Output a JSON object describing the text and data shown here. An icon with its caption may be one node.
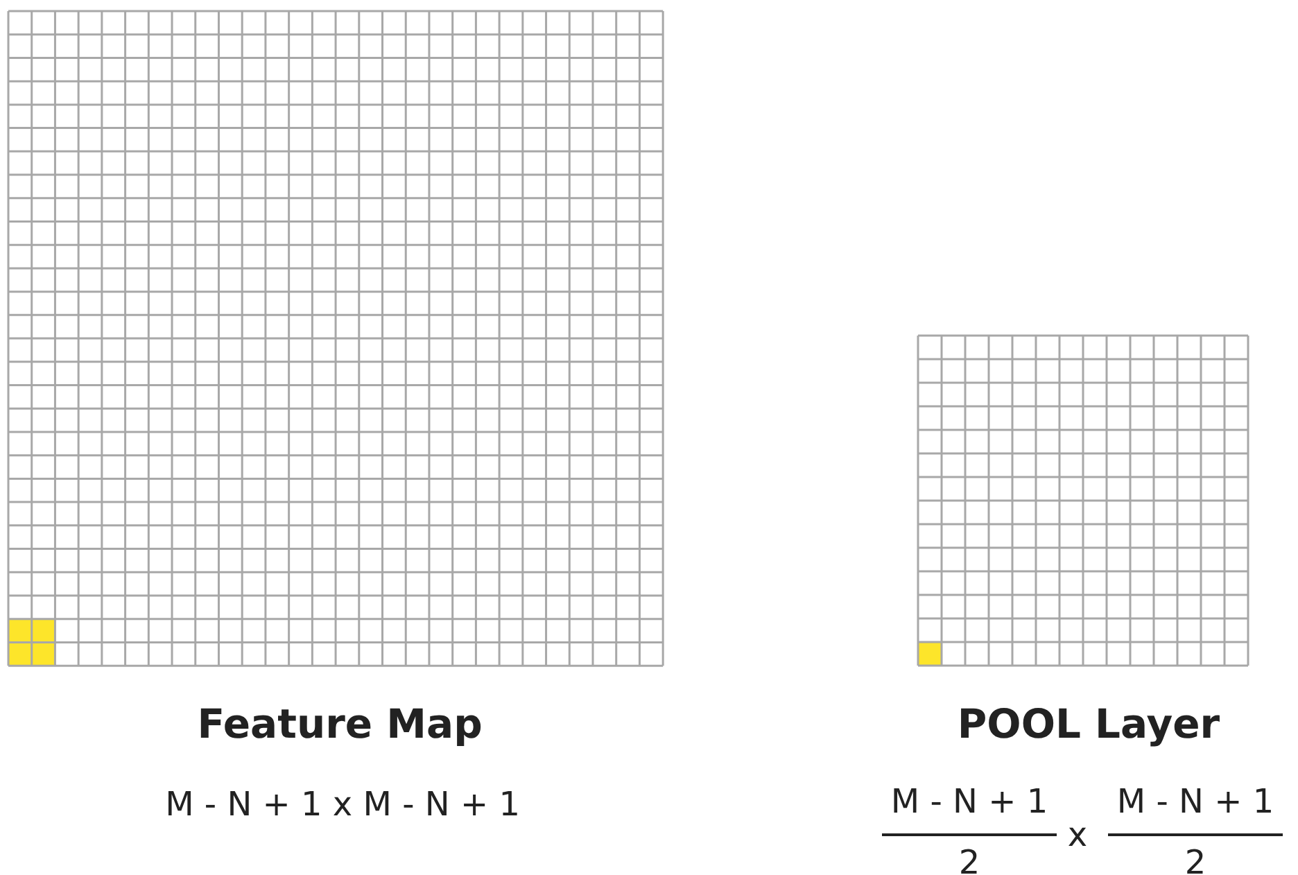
{
  "diagram": {
    "nodes": [
      {
        "text": [
          "Feature Map",
          "M - N + 1 x M - N + 1"
        ]
      },
      {
        "text": [
          "POOL Layer",
          "M - N + 1",
          "2",
          "x",
          "M - N + 1",
          "2"
        ]
      }
    ]
  }
}
